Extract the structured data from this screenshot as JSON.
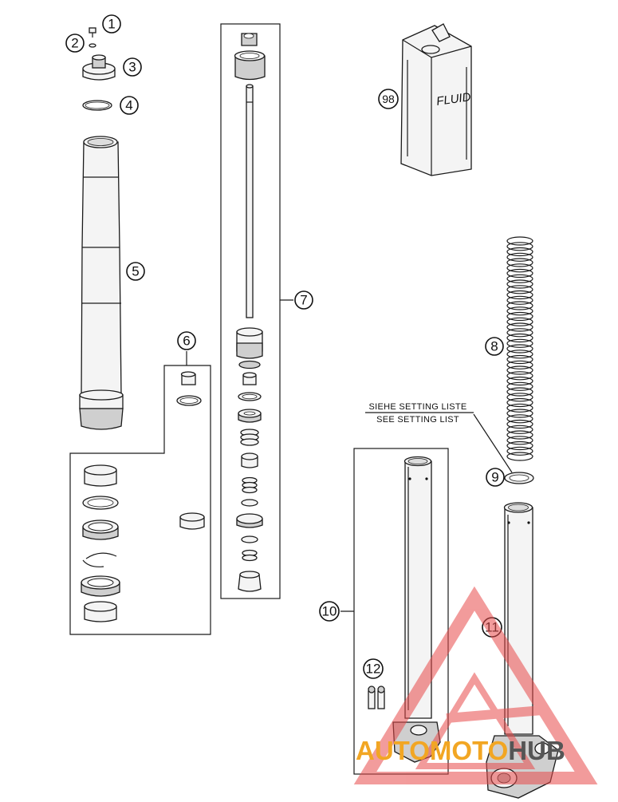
{
  "callouts": [
    "1",
    "2",
    "3",
    "4",
    "5",
    "6",
    "7",
    "8",
    "9",
    "10",
    "11",
    "12",
    "98"
  ],
  "note": {
    "line1": "SIEHE SETTING LISTE",
    "line2": "SEE SETTING LIST"
  },
  "can_label": "FLUID",
  "watermark": {
    "text_a": "AU",
    "text_b": "TO",
    "text_c": "MOTO",
    "text_d": "HUB",
    "accent_color": "#f2a623",
    "brand_color": "#e84b4b",
    "dark_color": "#555555"
  }
}
